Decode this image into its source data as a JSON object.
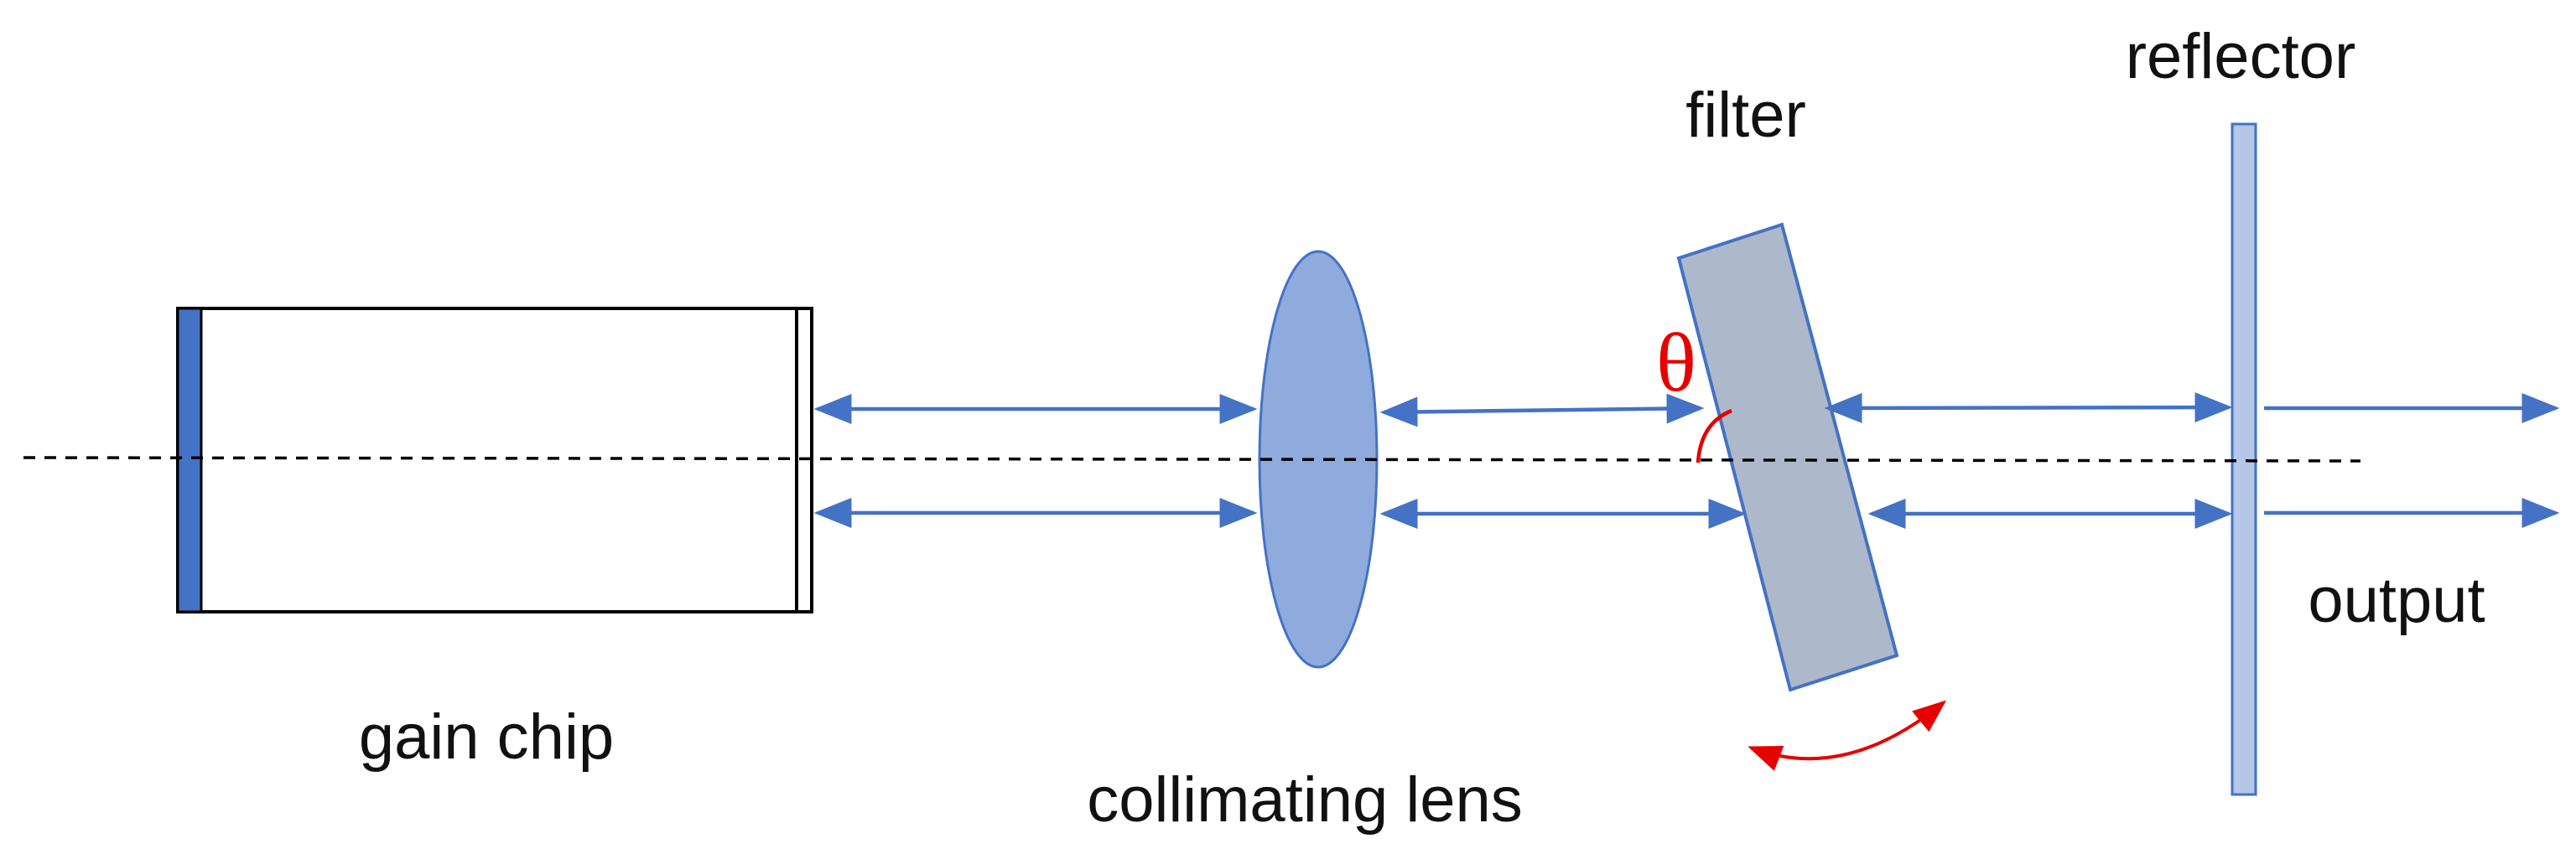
{
  "labels": {
    "gain_chip": "gain chip",
    "collimating_lens": "collimating lens",
    "filter": "filter",
    "reflector": "reflector",
    "output": "output",
    "angle": "θ"
  },
  "colors": {
    "beam": "#4472c4",
    "lens_fill": "#8faadc",
    "filter_fill": "#adb9ca",
    "reflector_fill": "#b4c7e7",
    "chip_facet": "#4472c4",
    "angle_marks": "#e60000",
    "axis": "#000000"
  },
  "icons": {
    "beam_ends": "double-arrow",
    "tilt_indicator": "curved-double-arrow"
  }
}
